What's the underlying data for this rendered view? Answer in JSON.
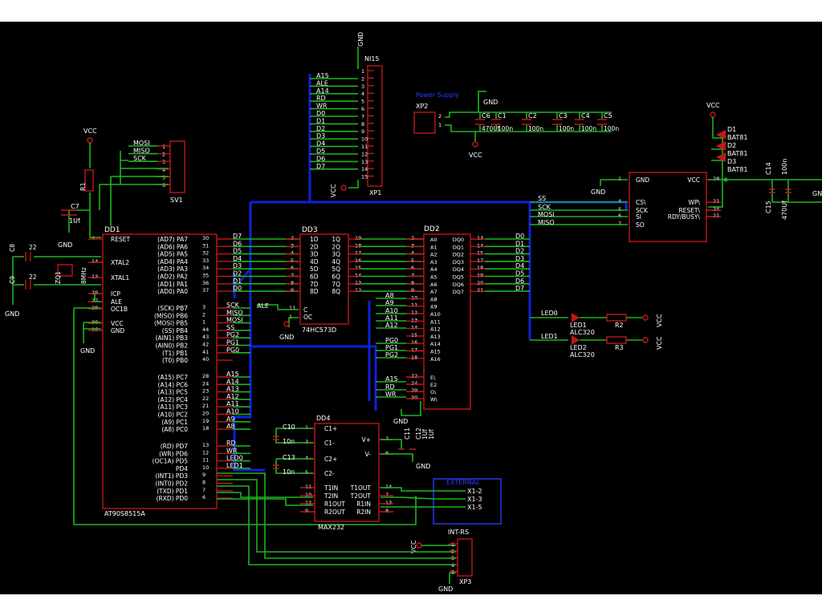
{
  "dd1": {
    "ref": "DD1",
    "part": "AT90S8515A",
    "left_pins": [
      "RESET",
      "XTAL2",
      "XTAL1",
      "ICP",
      "ALE",
      "OC1B",
      "VCC",
      "GND"
    ],
    "left_pin_nums": [
      "4",
      "14",
      "13",
      "29",
      "27",
      "28",
      "38",
      "16"
    ],
    "right_pins": [
      "(AD7) PA7",
      "(AD6) PA6",
      "(AD5) PA5",
      "(AD4) PA4",
      "(AD3) PA3",
      "(AD2) PA2",
      "(AD1) PA1",
      "(AD0) PA0",
      "(SCK) PB7",
      "(MISO) PB6",
      "(MOSI) PB5",
      "(SS) PB4",
      "(AIN1) PB3",
      "(AIN0) PB2",
      "(T1) PB1",
      "(T0) PB0",
      "(A15) PC7",
      "(A14) PC6",
      "(A13) PC5",
      "(A12) PC4",
      "(A11) PC3",
      "(A10) PC2",
      "(A9) PC1",
      "(A8) PC0",
      "(RD) PD7",
      "(WR) PD6",
      "(OC1A) PD5",
      "PD4",
      "(INT1) PD3",
      "(INT0) PD2",
      "(TXD) PD1",
      "(RXD) PD0"
    ],
    "right_pin_nums": [
      "30",
      "31",
      "32",
      "33",
      "34",
      "35",
      "36",
      "37",
      "3",
      "2",
      "1",
      "44",
      "43",
      "42",
      "41",
      "40",
      "28",
      "24",
      "23",
      "22",
      "21",
      "20",
      "19",
      "18",
      "13",
      "12",
      "11",
      "10",
      "9",
      "8",
      "7",
      "6"
    ],
    "right_nets": [
      "D7",
      "D6",
      "D5",
      "D4",
      "D3",
      "D2",
      "D1",
      "D0",
      "SCK",
      "MISO",
      "MOSI",
      "SS",
      "PG2",
      "PG1",
      "PG0",
      "",
      "A15",
      "A14",
      "A13",
      "A12",
      "A11",
      "A10",
      "A9",
      "A8",
      "RD",
      "WR",
      "LED0",
      "LED1",
      "",
      "",
      "",
      ""
    ]
  },
  "dd3": {
    "ref": "DD3",
    "part": "74HC573D",
    "in_pins": [
      "1D",
      "2D",
      "3D",
      "4D",
      "5D",
      "6D",
      "7D",
      "8D"
    ],
    "out_pins": [
      "1Q",
      "2Q",
      "3Q",
      "4Q",
      "5Q",
      "6Q",
      "7Q",
      "8Q"
    ],
    "in_nums": [
      "2",
      "3",
      "4",
      "5",
      "6",
      "7",
      "8",
      "9"
    ],
    "out_nums": [
      "19",
      "18",
      "17",
      "16",
      "15",
      "14",
      "13",
      "12"
    ],
    "c": "C",
    "oc": "OC",
    "c_num": "11",
    "oc_num": "1"
  },
  "dd2": {
    "ref": "DD2",
    "addr": [
      "A0",
      "A1",
      "A2",
      "A3",
      "A4",
      "A5",
      "A6",
      "A7",
      "A8",
      "A9",
      "A10",
      "A11",
      "A12",
      "A13",
      "A14",
      "A15",
      "A16"
    ],
    "addr_nums": [
      "2",
      "3",
      "4",
      "5",
      "6",
      "7",
      "8",
      "9",
      "10",
      "11",
      "12",
      "13",
      "14",
      "15",
      "16",
      "17",
      "18"
    ],
    "data": [
      "DQ0",
      "DQ1",
      "DQ2",
      "DQ3",
      "DQ4",
      "DQ5",
      "DQ6",
      "DQ7"
    ],
    "data_nums": [
      "13",
      "14",
      "15",
      "17",
      "18",
      "19",
      "20",
      "21"
    ],
    "data_nets": [
      "D0",
      "D1",
      "D2",
      "D3",
      "D4",
      "D5",
      "D6",
      "D7"
    ],
    "ctl": [
      "E\\",
      "E2",
      "G\\",
      "W\\"
    ],
    "ctl_nums": [
      "22",
      "24",
      "29",
      "30"
    ],
    "left_nets": [
      "A8",
      "A9",
      "A10",
      "A11",
      "A12",
      "PG0",
      "PG1",
      "PG2",
      "A15",
      "RD",
      "WR"
    ]
  },
  "dd4": {
    "ref": "DD4",
    "part": "MAX232",
    "left": [
      "C1+",
      "C1-",
      "C2+",
      "C2-",
      "T1IN",
      "T2IN",
      "R1OUT",
      "R2OUT"
    ],
    "left_nums": [
      "1",
      "3",
      "4",
      "5",
      "11",
      "10",
      "12",
      "9"
    ],
    "right": [
      "V+",
      "V-",
      "T1OUT",
      "T2OUT",
      "R1IN",
      "R2IN"
    ],
    "right_nums": [
      "2",
      "6",
      "14",
      "7",
      "13",
      "8"
    ]
  },
  "xp1": {
    "ref": "NI15",
    "ref2": "XP1",
    "nets": [
      "A15",
      "ALE",
      "A14",
      "RD",
      "WR",
      "D0",
      "D1",
      "D2",
      "D3",
      "D4",
      "D5",
      "D6",
      "D7"
    ],
    "pins": [
      "1",
      "2",
      "3",
      "4",
      "5",
      "6",
      "7",
      "8",
      "9",
      "10",
      "11",
      "12",
      "13",
      "14",
      "15"
    ],
    "gnd": "GND",
    "vcc": "VCC"
  },
  "sv1": {
    "ref": "SV1",
    "nets": [
      "MOSI",
      "MISO",
      "SCK"
    ],
    "pins": [
      "1",
      "2",
      "3",
      "4",
      "5",
      "6"
    ]
  },
  "xp2": {
    "ref": "XP2",
    "title": "Power Supply",
    "pins": [
      "2",
      "1"
    ],
    "gnd": "GND",
    "vcc": "VCC"
  },
  "caps_power": [
    {
      "ref": "C6",
      "value": "470Uf"
    },
    {
      "ref": "C1",
      "value": "100n"
    },
    {
      "ref": "C2",
      "value": "100n"
    },
    {
      "ref": "C3",
      "value": "100n"
    },
    {
      "ref": "C4",
      "value": "100n"
    },
    {
      "ref": "C5",
      "value": "100n"
    }
  ],
  "flash": {
    "pins_left": [
      "GND",
      "CS\\",
      "SCK",
      "SI",
      "SO"
    ],
    "pin_nums_left": [
      "1",
      "4",
      "5",
      "6",
      "7"
    ],
    "pins_right": [
      "VCC",
      "WP\\",
      "RESET\\",
      "RDY/BUSY\\"
    ],
    "pin_nums_right": [
      "28",
      "21",
      "24",
      "21"
    ],
    "nets": [
      "SS",
      "SCK",
      "MOSI",
      "MISO"
    ],
    "gnd": "GND"
  },
  "battery": {
    "vcc": "VCC",
    "diodes": [
      "D1",
      "D2",
      "D3"
    ],
    "diode_type": [
      "BAT81",
      "BAT81",
      "BAT81"
    ],
    "c14": {
      "ref": "C14",
      "value": "100n"
    },
    "c15": {
      "ref": "C15",
      "value": "470Uf"
    },
    "gnd": "GN"
  },
  "leds": [
    {
      "net": "LED0",
      "ref": "LED1",
      "type": "ALC320",
      "res": "R2",
      "vcc": "VCC"
    },
    {
      "net": "LED1",
      "ref": "LED2",
      "type": "ALC320",
      "res": "R3",
      "vcc": "VCC"
    }
  ],
  "reset_ckt": {
    "vcc": "VCC",
    "r": "R1",
    "c": "C7",
    "cval": "1Uf",
    "gnd": "GND"
  },
  "xtal": {
    "c8": "C8",
    "c9": "C9",
    "c8v": "22",
    "c9v": "22",
    "q": "ZQ1",
    "freq": "8MHz",
    "gnd": "GND"
  },
  "max_caps": [
    {
      "ref": "C10",
      "value": "10n"
    },
    {
      "ref": "C13",
      "value": "10n"
    },
    {
      "ref": "C11",
      "value": "1Uf"
    },
    {
      "ref": "C12",
      "value": "1Uf"
    }
  ],
  "maxgnd": "GND",
  "dd2gnd": "GND",
  "dd3gnd": "GND",
  "ale": "ALE",
  "rs": {
    "title": "INT-RS",
    "ref": "XP3",
    "vcc": "VCC",
    "gnd": "GND",
    "pins": [
      "1",
      "2",
      "3",
      "4",
      "5"
    ]
  },
  "ext": {
    "title": "EXTERNAL",
    "nets": [
      "X1-2",
      "X1-3",
      "X1-5"
    ]
  }
}
